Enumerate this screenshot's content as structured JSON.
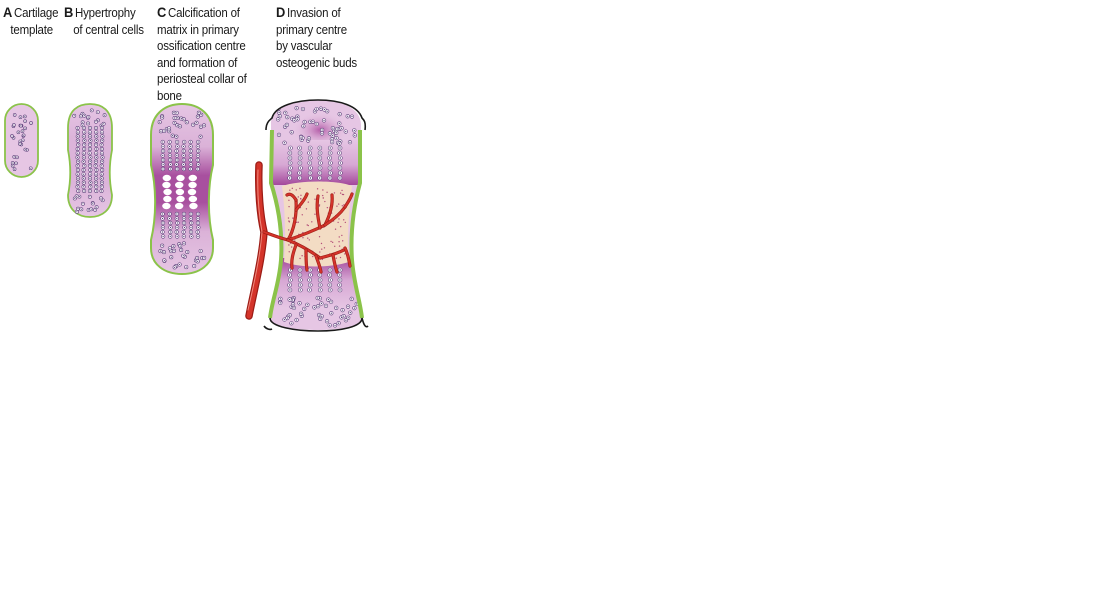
{
  "stages": [
    {
      "letter": "A",
      "lines": [
        "Cartilage",
        "template"
      ]
    },
    {
      "letter": "B",
      "lines": [
        "Hypertrophy",
        "of central cells"
      ]
    },
    {
      "letter": "C",
      "lines": [
        "Calcification of",
        "matrix in primary",
        "ossification centre",
        "and formation of",
        "periosteal collar of",
        "bone"
      ]
    },
    {
      "letter": "D",
      "lines": [
        "Invasion of",
        "primary centre",
        "by vascular",
        "osteogenic buds"
      ]
    }
  ],
  "colors": {
    "cartilage": "#e6c6e4",
    "cartilage_edge": "#b98cc0",
    "calcified": "#a2499a",
    "periosteum": "#8bc34a",
    "cell_outline": "#5a3c78",
    "cell_fill": "#ffffff",
    "vessel": "#d4342a",
    "vessel_dark": "#9c1c16",
    "marrow": "#f3dcc4",
    "outline": "#1a1a1a"
  }
}
